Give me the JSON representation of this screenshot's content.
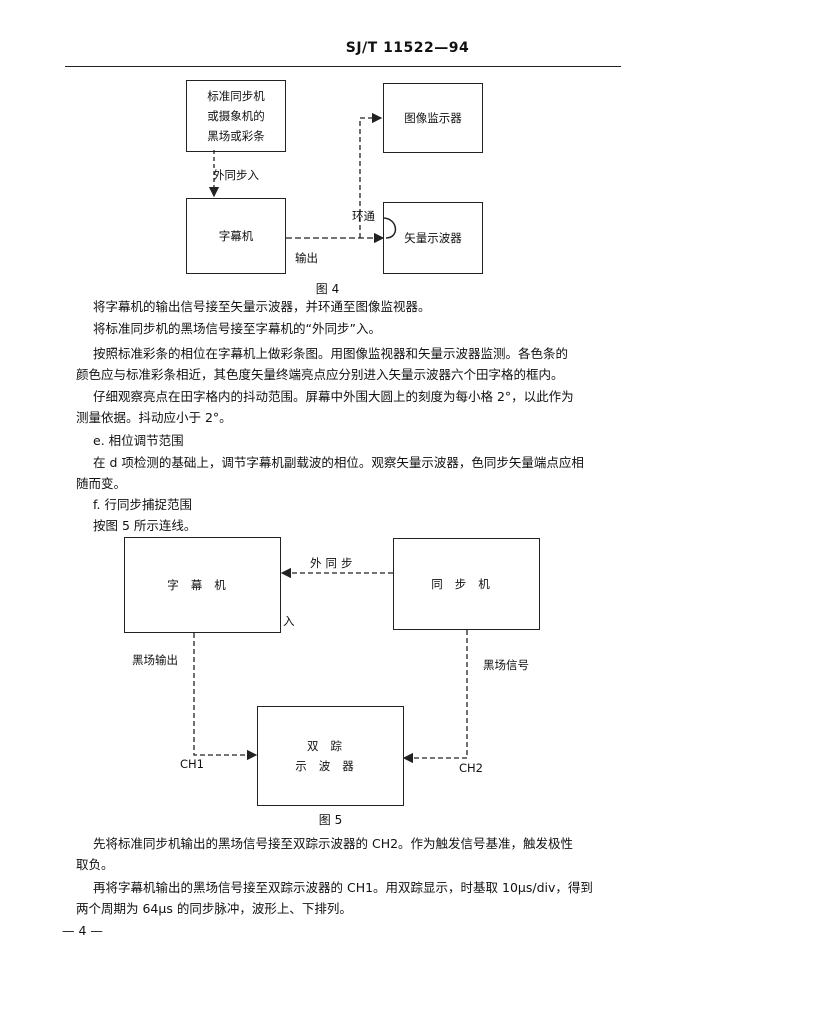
{
  "header": {
    "doc_number": "SJ/T 11522—94"
  },
  "figure4": {
    "box_std_sync_lines": [
      "标准同步机",
      "或摄象机的",
      "黑场或彩条"
    ],
    "box_monitor": "图像监示器",
    "box_character_gen": "字幕机",
    "box_vectorscope": "矢量示波器",
    "label_ext_sync": "外同步入",
    "label_loop": "环通",
    "label_output": "输出",
    "caption": "图 4"
  },
  "paragraphs1": [
    "将字幕机的输出信号接至矢量示波器，并环通至图像监视器。",
    "将标准同步机的黑场信号接至字幕机的“外同步”入。",
    "按照标准彩条的相位在字幕机上做彩条图。用图像监视器和矢量示波器监测。各色条的",
    "颜色应与标准彩条相近，其色度矢量终端亮点应分别进入矢量示波器六个田字格的框内。",
    "仔细观察亮点在田字格内的抖动范围。屏幕中外围大圆上的刻度为每小格 2°，以此作为",
    "测量依据。抖动应小于 2°。",
    "e.   相位调节范围",
    "在 d 项检测的基础上，调节字幕机副载波的相位。观察矢量示波器，色同步矢量端点应相",
    "随而变。",
    "f.   行同步捕捉范围",
    "按图 5 所示连线。"
  ],
  "figure5": {
    "box_character_gen": "字幕机",
    "box_sync_gen": "同步机",
    "box_scope_line1": "双踪",
    "box_scope_line2": "示波器",
    "label_ext_sync": "外同步",
    "label_in": "入",
    "label_black_out": "黑场输出",
    "label_black_signal": "黑场信号",
    "label_ch1": "CH1",
    "label_ch2": "CH2",
    "caption": "图 5"
  },
  "paragraphs2": [
    "先将标准同步机输出的黑场信号接至双踪示波器的 CH2。作为触发信号基准，触发极性",
    "取负。",
    "再将字幕机输出的黑场信号接至双踪示波器的 CH1。用双踪显示，时基取 10μs/div，得到",
    "两个周期为 64μs 的同步脉冲，波形上、下排列。"
  ],
  "footer": {
    "page_number": "— 4 —"
  }
}
